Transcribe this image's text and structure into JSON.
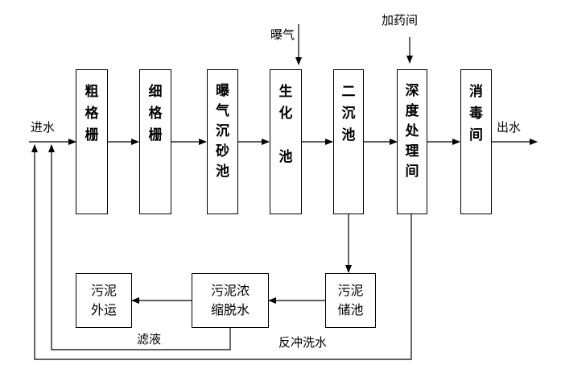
{
  "process": {
    "coarse_screen": "粗\n格\n栅",
    "fine_screen": "细\n格\n栅",
    "aerated_grit": "曝\n气\n沉\n砂\n池",
    "bio_tank": "生\n化\n\n池",
    "secondary_clarifier": "二\n沉\n池",
    "advanced_treatment": "深\n度\n处\n理\n间",
    "disinfection": "消\n毒\n间"
  },
  "sludge": {
    "storage": "污泥\n储池",
    "thickening": "污泥浓\n缩脱水",
    "disposal": "污泥\n外运"
  },
  "labels": {
    "inlet": "进水",
    "outlet": "出水",
    "aeration": "曝气",
    "dosing_room": "加药间",
    "filtrate": "滤液",
    "backwash": "反冲洗水"
  }
}
